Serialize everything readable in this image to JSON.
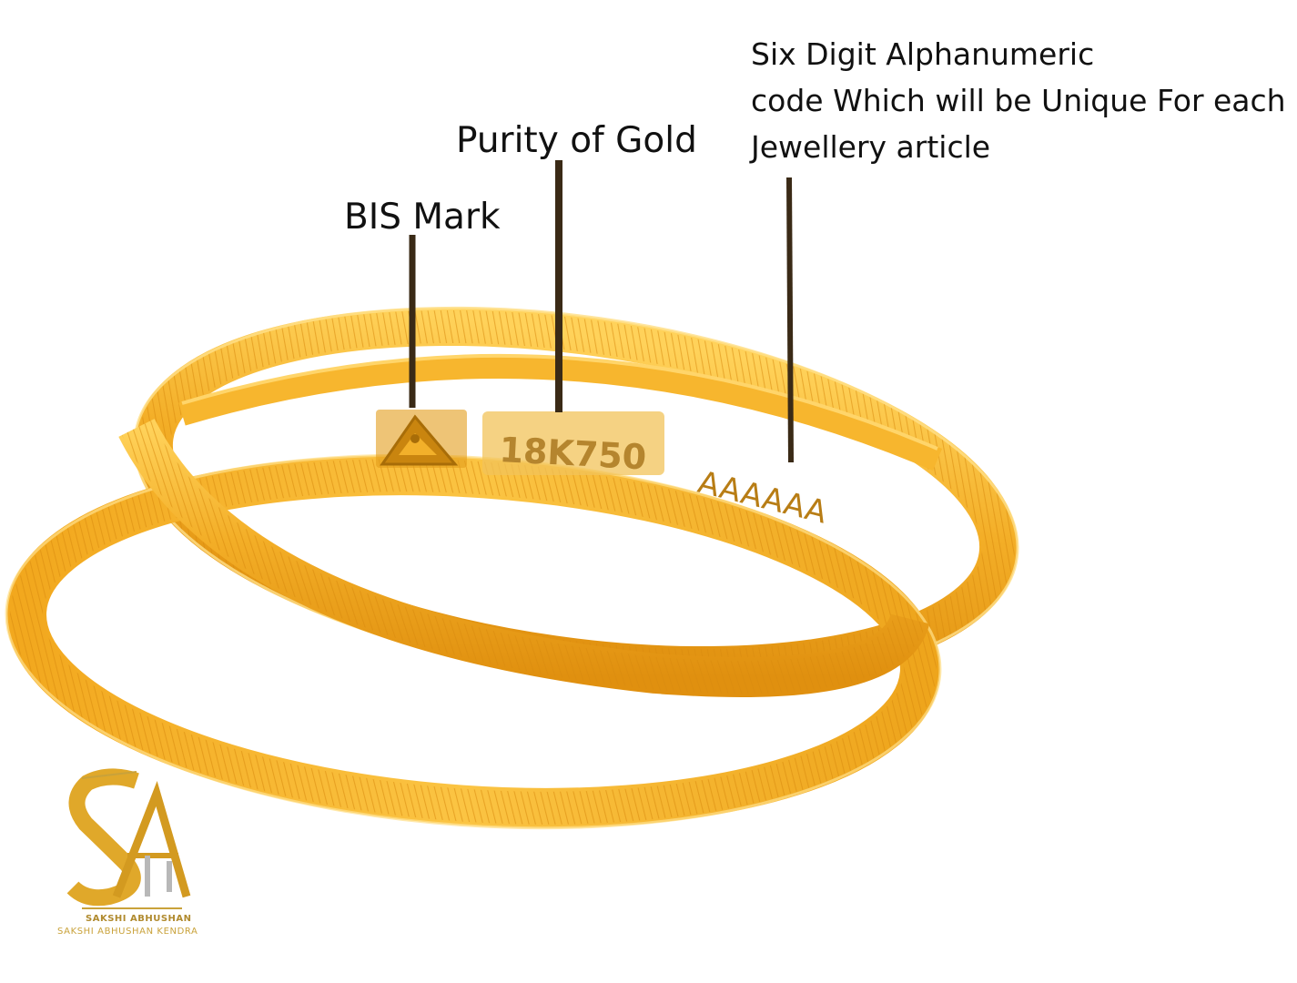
{
  "labels": {
    "bis_mark": "BIS Mark",
    "purity": "Purity of Gold",
    "code_line1": "Six Digit Alphanumeric",
    "code_line2": "code Which will be Unique For each",
    "code_line3": "Jewellery article"
  },
  "engravings": {
    "purity_stamp": "18K750",
    "huid": "AAAAAA"
  },
  "logo": {
    "monogram": "SA",
    "brand_name": "SAKSHI ABHUSHAN",
    "brand_full": "SAKSHI ABHUSHAN  KENDRA"
  },
  "colors": {
    "gold_light": "#f8bf3c",
    "gold_mid": "#eea51c",
    "gold_dark": "#d88a0e",
    "leader_line": "#3a2a16"
  },
  "icons": [
    "bis-triangle-icon",
    "sa-monogram-icon"
  ]
}
